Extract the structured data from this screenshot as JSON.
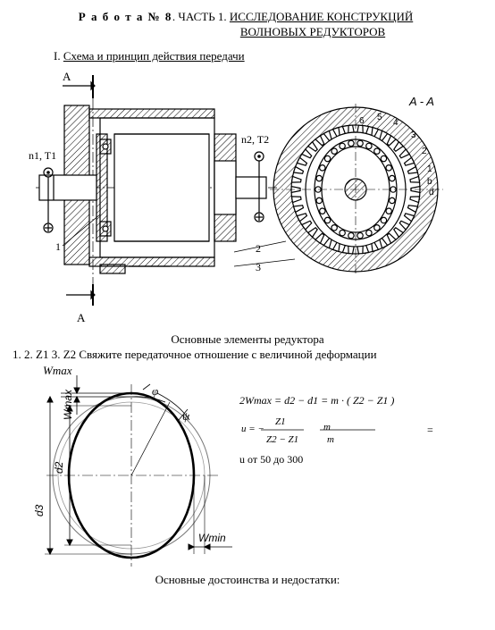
{
  "header": {
    "work_label": "Р а б о т а  № 8",
    "part_label": ". ЧАСТЬ  1.",
    "title_line1": "ИССЛЕДОВАНИЕ  КОНСТРУКЦИЙ",
    "title_line2": "ВОЛНОВЫХ  РЕДУКТОРОВ"
  },
  "section": {
    "number": "I.",
    "title": "Схема и принцип действия передачи"
  },
  "figure1": {
    "section_label_top": "A",
    "section_label_bottom": "A",
    "section_view_label": "A - A",
    "input_label": "n1, T1",
    "output_label": "n2, T2",
    "part_labels": [
      "1",
      "2",
      "3"
    ],
    "section_numbers": [
      "6",
      "5",
      "4",
      "3",
      "2",
      "1",
      "b",
      "d"
    ]
  },
  "caption_elements": "Основные элементы редуктора",
  "question": {
    "text": "1. 2. Z1 3. Z2 Свяжите передаточное отношение с величиной деформации",
    "wmax": "Wmax"
  },
  "figure2": {
    "label_wmax": "Wmax",
    "label_wmin": "Wmin",
    "label_d2": "d2",
    "label_d3": "d3",
    "label_phi": "φ",
    "label_psi": "ψ"
  },
  "formulas": {
    "eq1": "2Wmax = d2 − d1 = m · ( Z2 − Z1 )",
    "u_left": "u = −",
    "u_num": "Z1",
    "u_den": "Z2 − Z1",
    "m_num": "m",
    "m_den": "m",
    "eq_sign": "=",
    "range": "u от 50 до 300"
  },
  "caption_pros_cons": "Основные достоинства и недостатки:"
}
